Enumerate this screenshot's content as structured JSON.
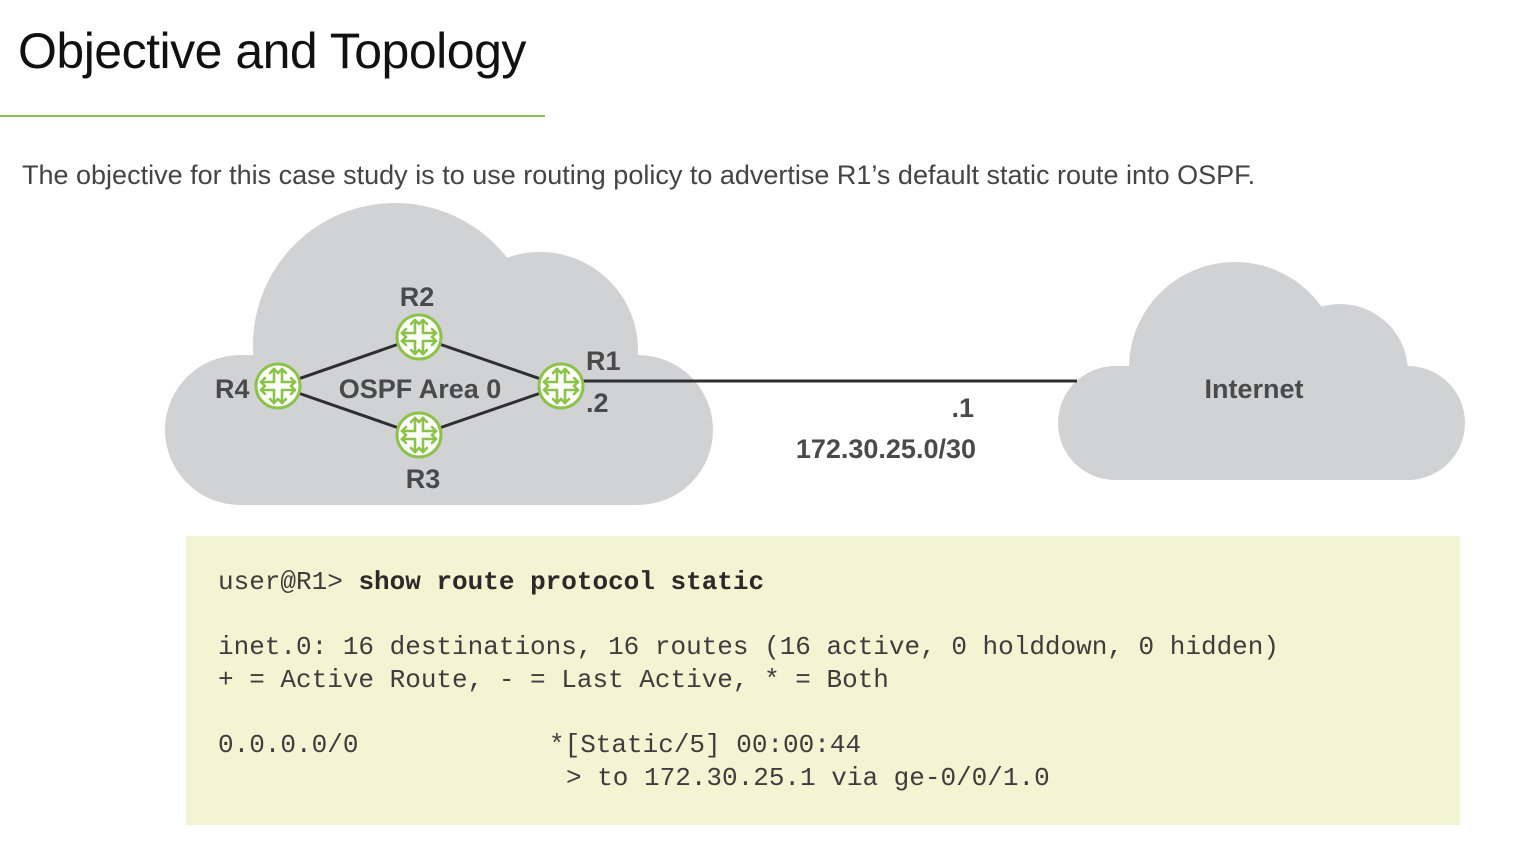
{
  "page": {
    "title": "Objective and Topology",
    "objective": "The objective for this case study is to use routing policy to advertise R1’s default static route into OSPF."
  },
  "diagram": {
    "ospf_area_label": "OSPF Area 0",
    "internet_label": "Internet",
    "routers": {
      "r1": "R1",
      "r2": "R2",
      "r3": "R3",
      "r4": "R4"
    },
    "r1_host_label": ".2",
    "internet_host_label": ".1",
    "link_subnet": "172.30.25.0/30",
    "colors": {
      "cloud": "#d1d2d4",
      "router_stroke": "#8bc34a",
      "link": "#2f2f2f"
    }
  },
  "cli": {
    "prompt": "user@R1> ",
    "command": "show route protocol static",
    "table_summary": "inet.0: 16 destinations, 16 routes (16 active, 0 holddown, 0 hidden)",
    "legend": "+ = Active Route, - = Last Active, * = Both",
    "route_prefix": "0.0.0.0/0",
    "route_entry": "*[Static/5] 00:00:44",
    "next_hop": "> to 172.30.25.1 via ge-0/0/1.0"
  }
}
